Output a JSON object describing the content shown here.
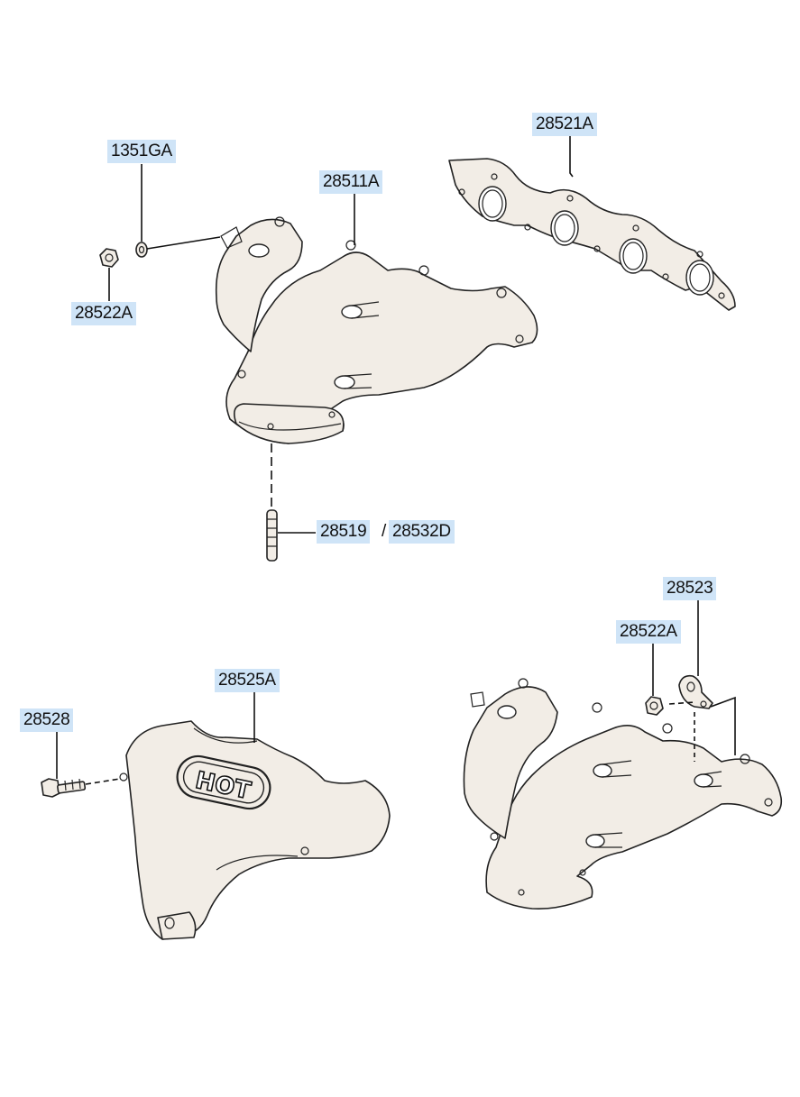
{
  "labels": {
    "washer": "1351GA",
    "nut_upper": "28522A",
    "manifold": "28511A",
    "gasket": "28521A",
    "stud_a": "28519",
    "separator": "/",
    "stud_b": "28532D",
    "bolt": "28528",
    "heat_shield": "28525A",
    "bracket": "28523",
    "nut_lower": "28522A"
  },
  "heat_shield_marking": "HOT",
  "colors": {
    "label_highlight": "#cfe4f7",
    "line": "#111111",
    "part_fill": "#f2ede6"
  }
}
